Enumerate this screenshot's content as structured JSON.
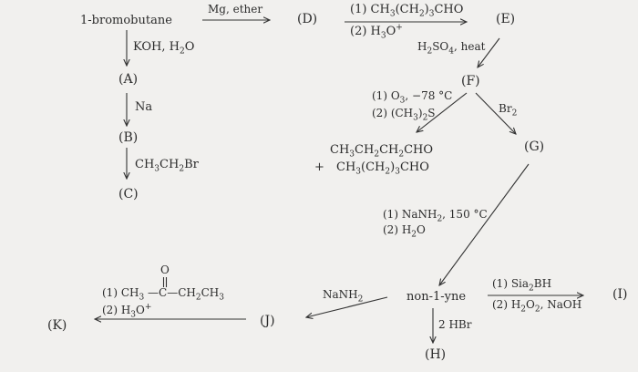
{
  "scheme": {
    "start": "1-bromobutane",
    "labels": {
      "A": "(A)",
      "B": "(B)",
      "C": "(C)",
      "D": "(D)",
      "E": "(E)",
      "F": "(F)",
      "G": "(G)",
      "H": "(H)",
      "I": "(I)",
      "J": "(J)",
      "K": "(K)"
    },
    "reagents": {
      "start_to_D": "Mg, ether",
      "start_to_A": "KOH, H2O",
      "A_to_B": "Na",
      "B_to_C": "CH3CH2Br",
      "D_to_E_1": "(1) CH3(CH2)3CHO",
      "D_to_E_2": "(2) H3O+",
      "E_to_F": "H2SO4, heat",
      "F_ozonolysis_1": "(1) O3, −78 °C",
      "F_ozonolysis_2": "(2) (CH3)2S",
      "F_to_G": "Br2",
      "G_to_nonyne_1": "(1) NaNH2, 150 °C",
      "G_to_nonyne_2": "(2) H2O",
      "nonyne_to_I_1": "(1) Sia2BH",
      "nonyne_to_I_2": "(2) H2O2, NaOH",
      "nonyne_to_H": "2 HBr",
      "nonyne_to_J": "NaNH2",
      "J_to_K_1": "(1) CH3—C(=O)—CH2CH3",
      "J_to_K_2": "(2) H3O+"
    },
    "products": {
      "ozonolysis_1": "CH3CH2CH2CHO",
      "ozonolysis_plus": "+",
      "ozonolysis_2": "CH3(CH2)3CHO",
      "nonyne": "non-1-yne"
    }
  }
}
